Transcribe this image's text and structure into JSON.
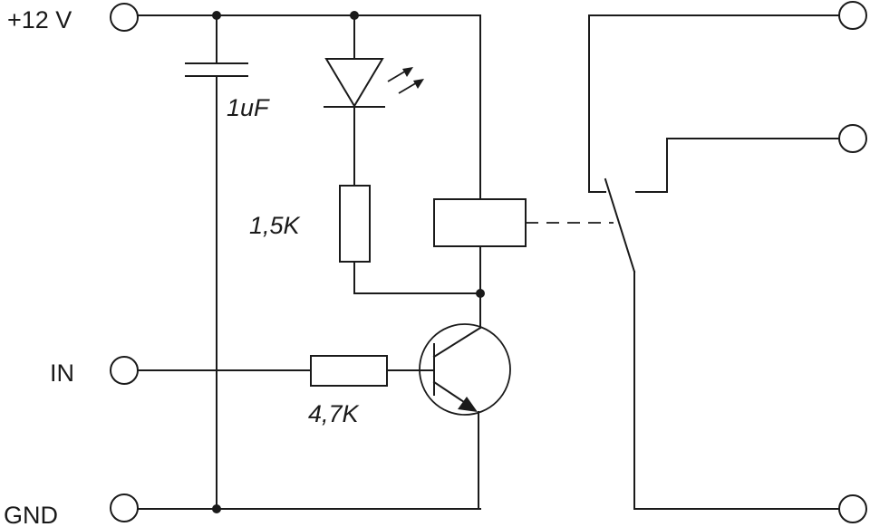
{
  "terminals": {
    "supply": "+12 V",
    "input": "IN",
    "ground": "GND"
  },
  "components": {
    "capacitor": "1uF",
    "led_resistor": "1,5K",
    "base_resistor": "4,7K"
  }
}
